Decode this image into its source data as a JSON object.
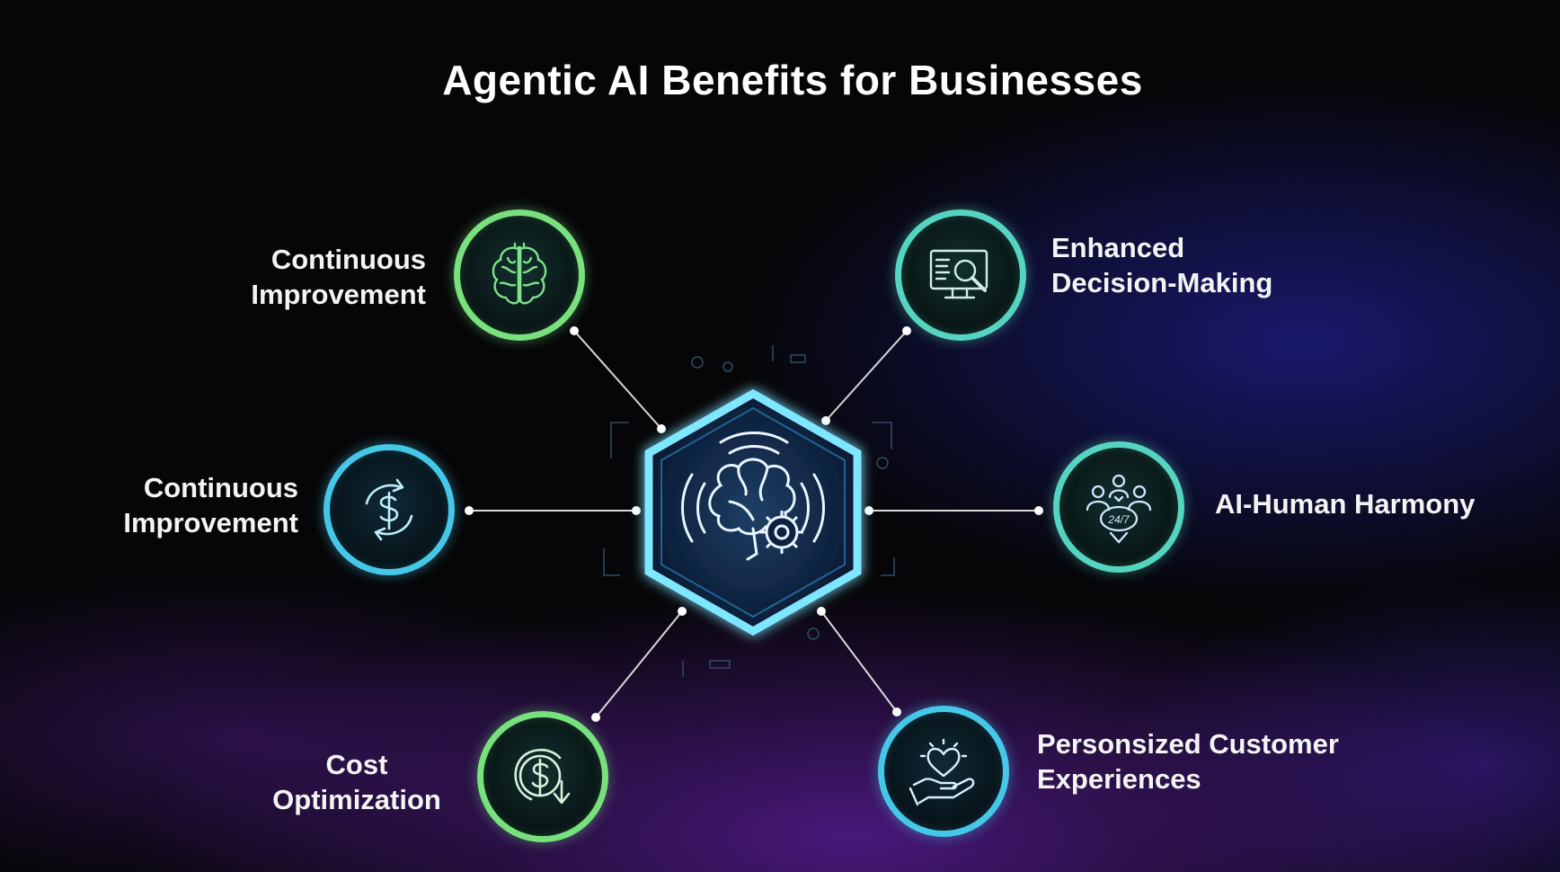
{
  "title": "Agentic AI Benefits for Businesses",
  "benefits": [
    {
      "label_line1": "Continuous",
      "label_line2": "Improvement",
      "icon": "brain-icon",
      "color": "#79e07e"
    },
    {
      "label_line1": "Enhanced",
      "label_line2": "Decision-Making",
      "icon": "monitor-magnifier-icon",
      "color": "#56d4c2"
    },
    {
      "label_line1": "Continuous",
      "label_line2": "Improvement",
      "icon": "dollar-cycle-icon",
      "color": "#45c8e8"
    },
    {
      "label_line1": "AI-Human Harmony",
      "label_line2": "",
      "icon": "team-24-7-icon",
      "color": "#56d4c2"
    },
    {
      "label_line1": "Cost",
      "label_line2": "Optimization",
      "icon": "dollar-down-icon",
      "color": "#79e07e"
    },
    {
      "label_line1": "Personsized Customer",
      "label_line2": "Experiences",
      "icon": "heart-hand-icon",
      "color": "#45c8e8"
    }
  ],
  "hub": {
    "icon": "brain-gear-icon",
    "color": "#6fe0ff"
  }
}
